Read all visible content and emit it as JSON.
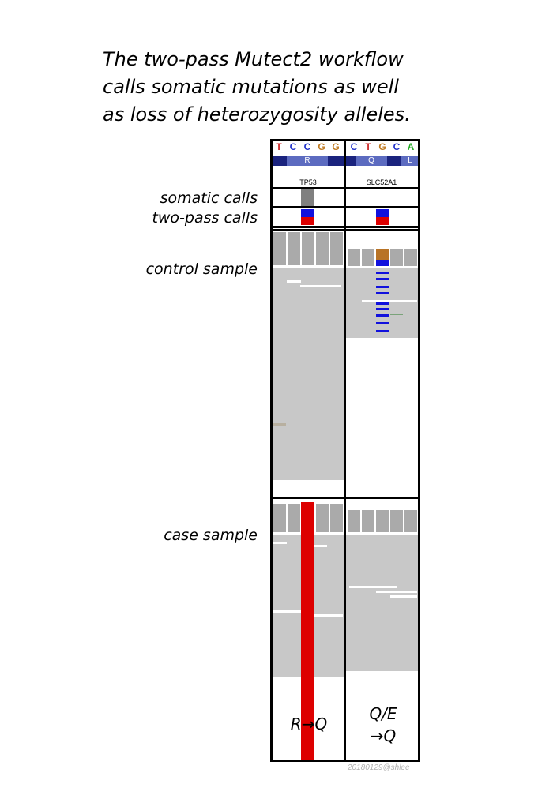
{
  "title_lines": [
    "The two-pass Mutect2 workflow",
    "calls somatic mutations as well",
    "as loss of heterozygosity alleles."
  ],
  "row_labels": {
    "somatic": "somatic calls",
    "two_pass": "two-pass calls",
    "control": "control sample",
    "case": "case sample"
  },
  "left_locus": {
    "bases": [
      "T",
      "C",
      "C",
      "G",
      "G"
    ],
    "base_colors": [
      "#cc2222",
      "#2233cc",
      "#2233cc",
      "#c07a20",
      "#c07a20"
    ],
    "amino_acid": "R",
    "gene": "TP53",
    "annotation": "R→Q"
  },
  "right_locus": {
    "bases": [
      "C",
      "T",
      "G",
      "C",
      "A"
    ],
    "base_colors": [
      "#2233cc",
      "#cc2222",
      "#c07a20",
      "#2233cc",
      "#22aa22"
    ],
    "amino_acids": [
      "Q",
      "L"
    ],
    "gene": "SLC52A1",
    "annotation_line1": "Q/E",
    "annotation_line2": "→Q"
  },
  "colors": {
    "reads": "#c8c8c8",
    "coverage": "#aaaaaa",
    "mutation": "#dd0000",
    "ref_blue": "#1111dd",
    "het_orange": "#b87326",
    "aa_dark": "#1a237e",
    "aa_light": "#5c6bc0"
  },
  "watermark": "20180129@shlee"
}
